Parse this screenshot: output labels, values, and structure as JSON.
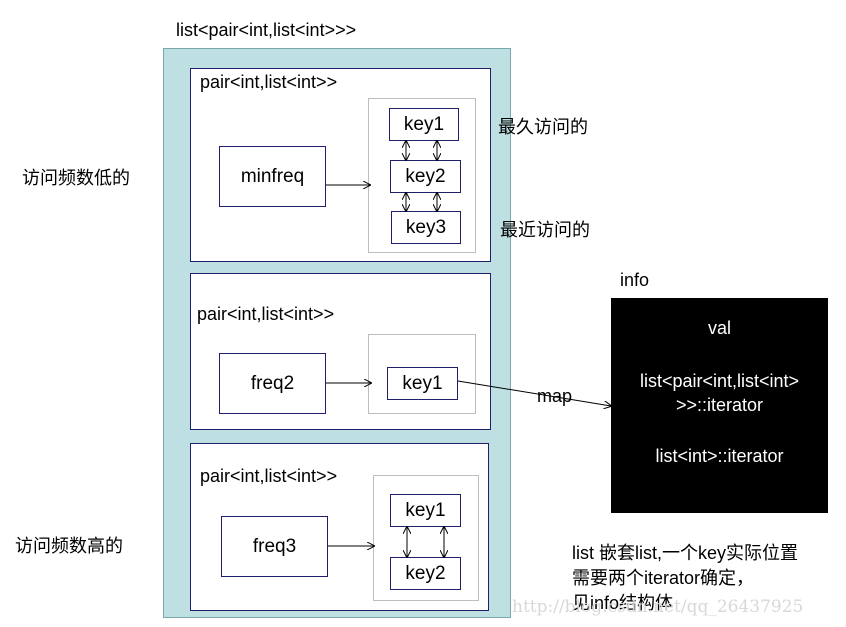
{
  "outer": {
    "title": "list<pair<int,list<int>>>"
  },
  "pairs": [
    {
      "title": "pair<int,list<int>>",
      "freq_label": "minfreq",
      "keys": [
        "key1",
        "key2",
        "key3"
      ]
    },
    {
      "title": "pair<int,list<int>>",
      "freq_label": "freq2",
      "keys": [
        "key1"
      ]
    },
    {
      "title": "pair<int,list<int>>",
      "freq_label": "freq3",
      "keys": [
        "key1",
        "key2"
      ]
    }
  ],
  "annotations": {
    "least_recent": "最久访问的",
    "most_recent": "最近访问的",
    "low_freq": "访问频数低的",
    "high_freq": "访问频数高的",
    "map_label": "map"
  },
  "info": {
    "title": "info",
    "val": "val",
    "iter1_line1": "list<pair<int,list<int>",
    "iter1_line2": ">>::iterator",
    "iter2": "list<int>::iterator"
  },
  "note": {
    "line1": "list 嵌套list,一个key实际位置",
    "line2": "需要两个iterator确定，",
    "line3": "见info结构体"
  },
  "watermark": "http://blog.csdn.net/qq_26437925"
}
